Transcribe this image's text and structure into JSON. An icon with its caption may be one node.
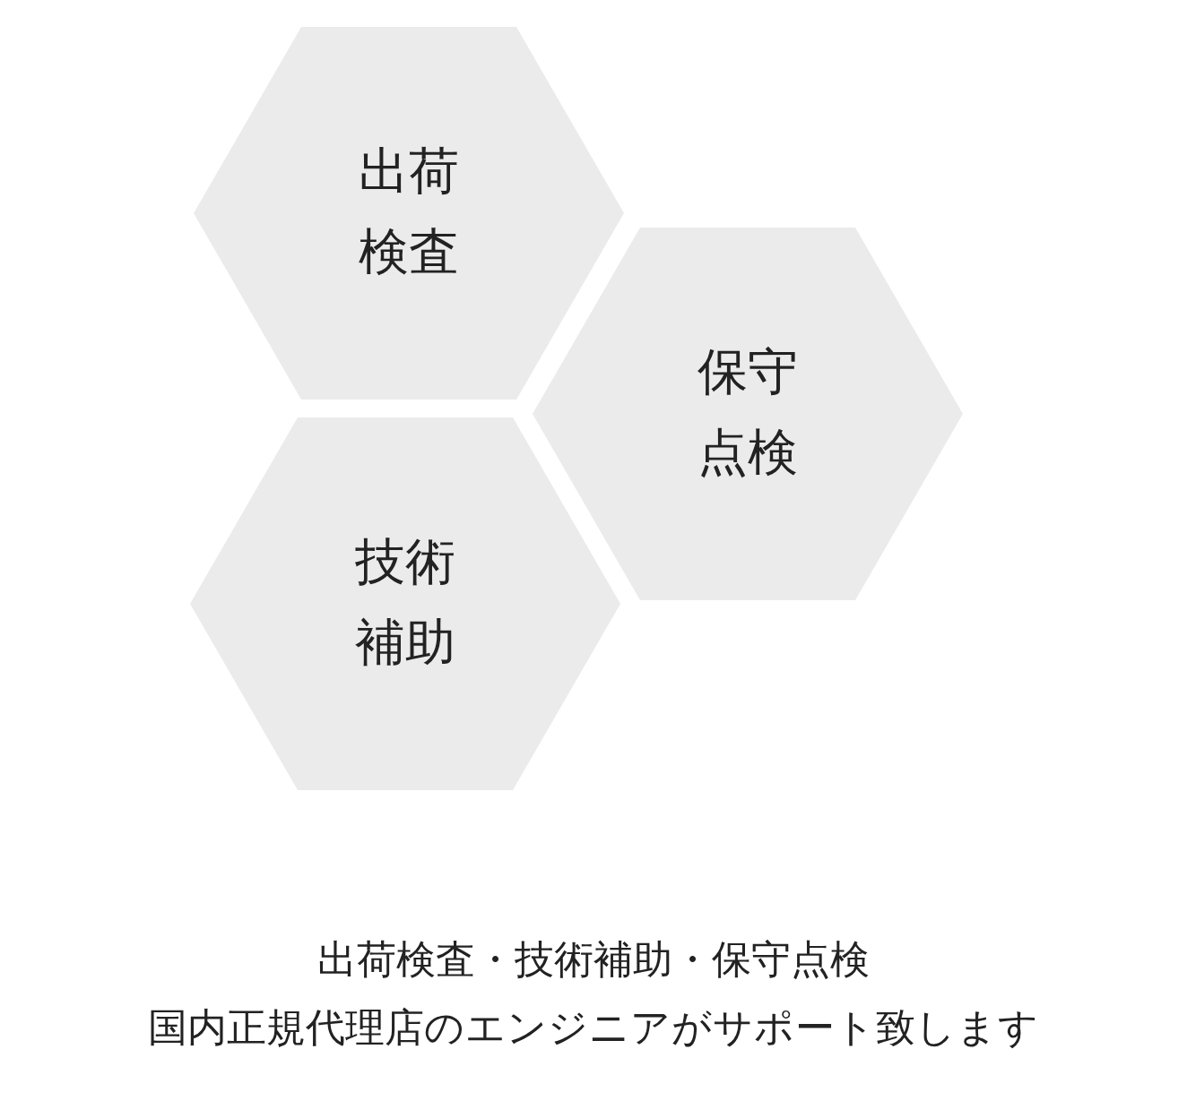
{
  "diagram": {
    "nodes": [
      {
        "text": [
          "出荷検査"
        ]
      },
      {
        "text": [
          "保守点検"
        ]
      },
      {
        "text": [
          "技術補助"
        ]
      }
    ],
    "labels": [
      "出荷検査・技術補助・保守点検",
      "国内正規代理店のエンジニアがサポート致します"
    ]
  }
}
